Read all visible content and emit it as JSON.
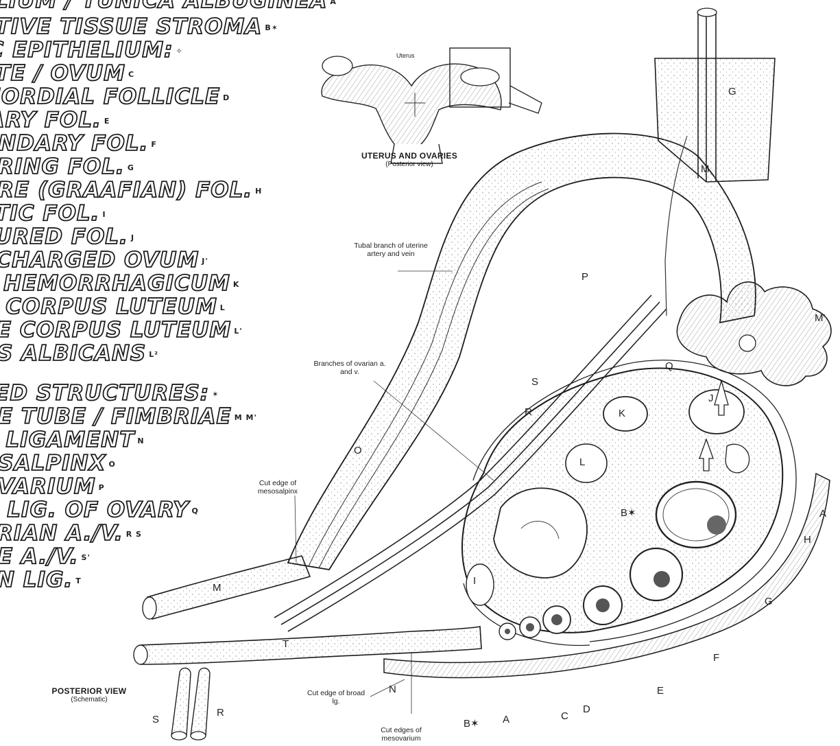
{
  "structure_list": [
    {
      "text": "ELIUM / TUNICA ALBUGINEA",
      "tag": "A"
    },
    {
      "text": "CTIVE TISSUE STROMA",
      "tag": "B✶"
    },
    {
      "text": "IC EPITHELIUM:",
      "tag": "✧"
    },
    {
      "text": "YTE / OVUM",
      "tag": "C"
    },
    {
      "text": "MORDIAL FOLLICLE",
      "tag": "D"
    },
    {
      "text": "IARY FOL.",
      "tag": "E"
    },
    {
      "text": "ONDARY FOL.",
      "tag": "F"
    },
    {
      "text": "URING FOL.",
      "tag": "G"
    },
    {
      "text": "URE (GRAAFIAN) FOL.",
      "tag": "H"
    },
    {
      "text": "ETIC FOL.",
      "tag": "I"
    },
    {
      "text": "TURED FOL.",
      "tag": "J"
    },
    {
      "text": "SCHARGED OVUM",
      "tag": "J'"
    },
    {
      "text": "S HEMORRHAGICUM",
      "tag": "K"
    },
    {
      "text": "G CORPUS LUTEUM",
      "tag": "L"
    },
    {
      "text": "RE CORPUS LUTEUM",
      "tag": "L'"
    },
    {
      "text": "US ALBICANS",
      "tag": "L²"
    },
    {
      "text": "TED STRUCTURES:",
      "tag": "✶"
    },
    {
      "text": "NE TUBE / FIMBRIAE",
      "tag": "M M'"
    },
    {
      "text": "D LIGAMENT",
      "tag": "N"
    },
    {
      "text": "OSALPINX",
      "tag": "O"
    },
    {
      "text": "OVARIUM",
      "tag": "P"
    },
    {
      "text": "P. LIG. OF OVARY",
      "tag": "Q"
    },
    {
      "text": "ARIAN A./V.",
      "tag": "R S"
    },
    {
      "text": "NE A./V.",
      "tag": "S'"
    },
    {
      "text": "AN LIG.",
      "tag": "T"
    }
  ],
  "inset": {
    "title": "UTERUS AND OVARIES",
    "subtitle": "(Posterior view)",
    "uterus_label": "Uterus"
  },
  "main_view": {
    "title": "POSTERIOR VIEW",
    "subtitle": "(Schematic)"
  },
  "callouts": {
    "tubal_branch": "Tubal branch of uterine artery and vein",
    "ovarian_branches": "Branches of ovarian a. and v.",
    "mesosalpinx_edge": "Cut edge of mesosalpinx",
    "broad_lig_edge": "Cut edge of broad lg.",
    "mesovarium_edges": "Cut edges of mesovarium"
  },
  "letters": {
    "P": "P",
    "M": "M",
    "M2": "M'",
    "G": "G",
    "O": "O",
    "Q": "Q",
    "R": "R",
    "S": "S",
    "K": "K",
    "L": "L",
    "B": "B✶",
    "A": "A",
    "H": "H",
    "C": "C",
    "D": "D",
    "E": "E",
    "F": "F",
    "N": "N",
    "T": "T",
    "I": "I",
    "J": "J"
  }
}
